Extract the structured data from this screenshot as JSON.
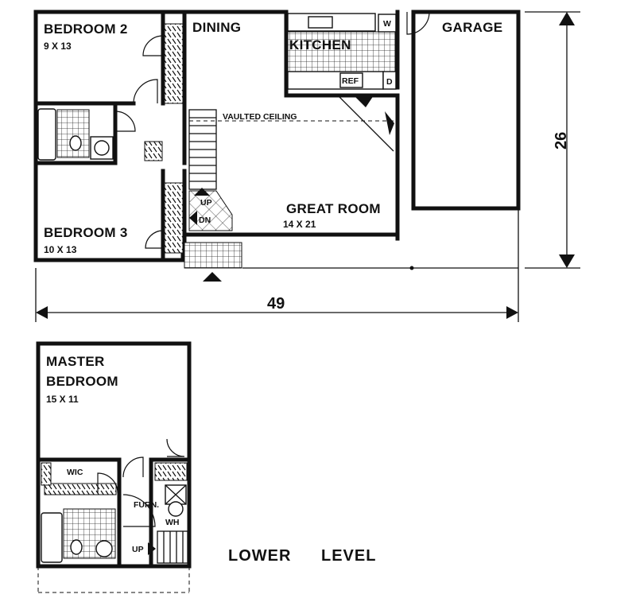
{
  "upper": {
    "bedroom2": {
      "name": "BEDROOM 2",
      "size": "9 X 13"
    },
    "dining": {
      "name": "DINING"
    },
    "kitchen": {
      "name": "KITCHEN",
      "w": "W",
      "d": "D",
      "ref": "REF"
    },
    "garage": {
      "name": "GARAGE"
    },
    "vaulted": {
      "text": "VAULTED CEILING"
    },
    "great_room": {
      "name": "GREAT ROOM",
      "size": "14 X 21"
    },
    "bedroom3": {
      "name": "BEDROOM 3",
      "size": "10 X 13"
    },
    "stair_up": "UP",
    "stair_dn": "DN"
  },
  "dimensions": {
    "width": "49",
    "depth": "26"
  },
  "lower": {
    "master": {
      "line1": "MASTER",
      "line2": "BEDROOM",
      "size": "15 X 11"
    },
    "wic": "WIC",
    "furn": "FURN.",
    "wh": "WH",
    "up": "UP",
    "level_title": {
      "word1": "LOWER",
      "word2": "LEVEL"
    }
  }
}
